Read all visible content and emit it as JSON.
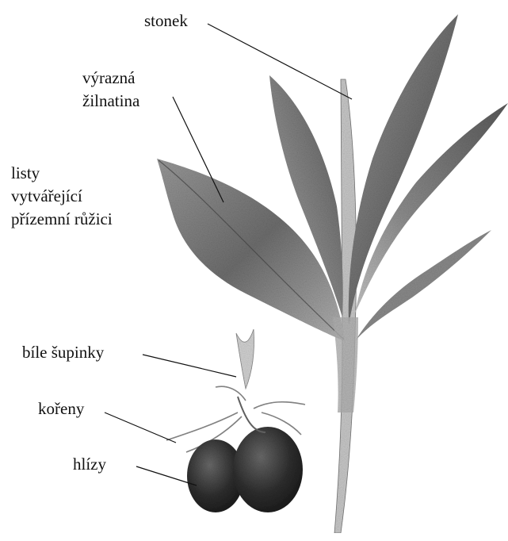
{
  "labels": {
    "stonek": "stonek",
    "zilnatina": [
      "výrazná",
      "žilnatina"
    ],
    "listy": [
      "listy",
      "vytvářející",
      "přízemní růžici"
    ],
    "supinky": "bíle šupinky",
    "koreny": "kořeny",
    "hlizy": "hlízy"
  },
  "colors": {
    "ink": "#111111",
    "leaf_dark": "#3a3a3a",
    "leaf_mid": "#7a7a7a",
    "leaf_light": "#bdbdbd",
    "tuber": "#2b2b2b"
  }
}
